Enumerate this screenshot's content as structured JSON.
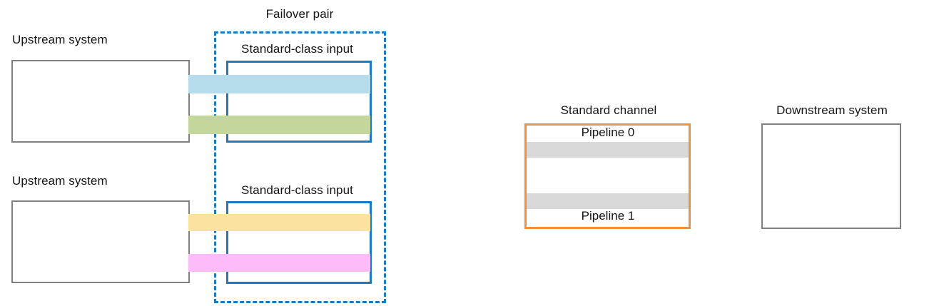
{
  "diagram": {
    "title_failover": "Failover pair",
    "colors": {
      "gray_border": "#808080",
      "blue_border": "#1a7ac4",
      "orange_border": "#ed9243",
      "band_blue": "#b5dceb",
      "band_green": "#c3d69b",
      "band_yellow": "#fbe2a0",
      "band_pink": "#fcbcfa",
      "band_gray": "#d9d9d9",
      "text": "#151515",
      "background": "#ffffff"
    },
    "upstream": [
      {
        "label": "Upstream system"
      },
      {
        "label": "Upstream system"
      }
    ],
    "inputs": [
      {
        "label": "Standard-class input"
      },
      {
        "label": "Standard-class input"
      }
    ],
    "flows": [
      {
        "name": "flow-blue",
        "color": "#b5dceb"
      },
      {
        "name": "flow-green",
        "color": "#c3d69b"
      },
      {
        "name": "flow-yellow",
        "color": "#fbe2a0"
      },
      {
        "name": "flow-pink",
        "color": "#fcbcfa"
      }
    ],
    "channel": {
      "label": "Standard channel",
      "pipelines": [
        {
          "label": "Pipeline 0"
        },
        {
          "label": "Pipeline 1"
        }
      ],
      "slots": [
        {
          "name": "channel-slot-top",
          "color": "#d9d9d9"
        },
        {
          "name": "channel-slot-bottom",
          "color": "#d9d9d9"
        }
      ]
    },
    "downstream": {
      "label": "Downstream system"
    }
  }
}
